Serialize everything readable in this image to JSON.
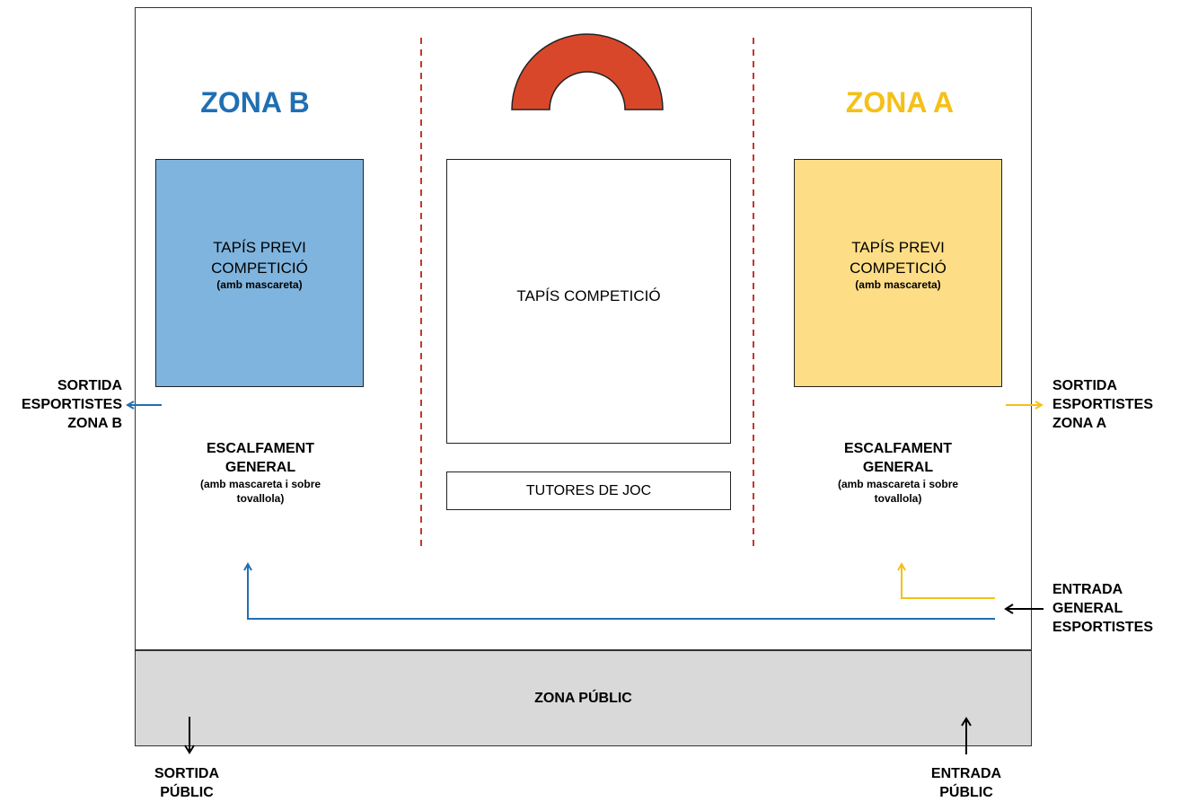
{
  "colors": {
    "zone_b": "#1f6fb2",
    "zone_b_mat": "#7fb4de",
    "zone_a": "#f5c018",
    "zone_a_mat": "#fddd86",
    "podium": "#d9472a",
    "divider": "#c0392b",
    "public": "#d9d9d9"
  },
  "zone_b": {
    "title": "ZONA B",
    "mat_title": "TAPÍS PREVI\nCOMPETICIÓ",
    "mat_sub": "(amb mascareta)",
    "warmup_title": "ESCALFAMENT\nGENERAL",
    "warmup_sub": "(amb mascareta i sobre\ntovallola)",
    "exit_label": "SORTIDA\nESPORTISTES\nZONA B"
  },
  "zone_a": {
    "title": "ZONA A",
    "mat_title": "TAPÍS PREVI\nCOMPETICIÓ",
    "mat_sub": "(amb mascareta)",
    "warmup_title": "ESCALFAMENT\nGENERAL",
    "warmup_sub": "(amb mascareta i sobre\ntovallola)",
    "exit_label": "SORTIDA\nESPORTISTES\nZONA A"
  },
  "center": {
    "competition_mat": "TAPÍS COMPETICIÓ",
    "judges": "TUTORES DE JOC"
  },
  "entrance_athletes": "ENTRADA\nGENERAL\nESPORTISTES",
  "public": {
    "zone": "ZONA PÚBLIC",
    "exit": "SORTIDA\nPÚBLIC",
    "entrance": "ENTRADA\nPÚBLIC"
  }
}
